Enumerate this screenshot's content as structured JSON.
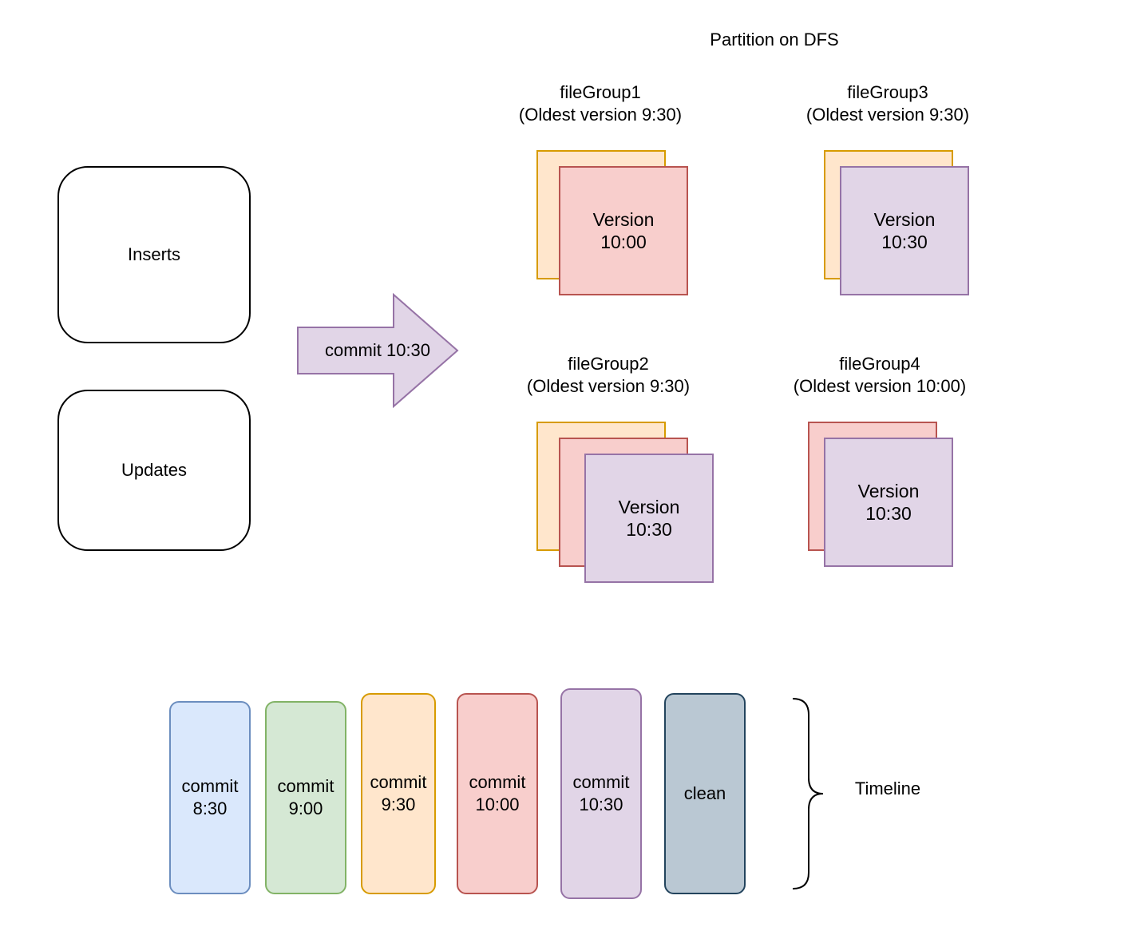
{
  "partition_title": "Partition on DFS",
  "sources": {
    "inserts": "Inserts",
    "updates": "Updates"
  },
  "commit_arrow": {
    "label": "commit 10:30"
  },
  "file_groups": [
    {
      "name": "fileGroup1",
      "oldest": "(Oldest version 9:30)",
      "version_label": "Version",
      "version_time": "10:00"
    },
    {
      "name": "fileGroup3",
      "oldest": "(Oldest version 9:30)",
      "version_label": "Version",
      "version_time": "10:30"
    },
    {
      "name": "fileGroup2",
      "oldest": "(Oldest version 9:30)",
      "version_label": "Version",
      "version_time": "10:30"
    },
    {
      "name": "fileGroup4",
      "oldest": "(Oldest version 10:00)",
      "version_label": "Version",
      "version_time": "10:30"
    }
  ],
  "timeline": {
    "label": "Timeline",
    "items": [
      {
        "line1": "commit",
        "line2": "8:30",
        "fill": "#dae8fc",
        "stroke": "#6c8ebf"
      },
      {
        "line1": "commit",
        "line2": "9:00",
        "fill": "#d5e8d4",
        "stroke": "#82b366"
      },
      {
        "line1": "commit",
        "line2": "9:30",
        "fill": "#ffe6cc",
        "stroke": "#d79b00"
      },
      {
        "line1": "commit",
        "line2": "10:00",
        "fill": "#f8cecc",
        "stroke": "#b85450"
      },
      {
        "line1": "commit",
        "line2": "10:30",
        "fill": "#e1d5e7",
        "stroke": "#9673a6"
      },
      {
        "line1": "clean",
        "line2": "",
        "fill": "#bac8d3",
        "stroke": "#23445d"
      }
    ]
  },
  "colors": {
    "orange_fill": "#ffe6cc",
    "orange_stroke": "#d79b00",
    "red_fill": "#f8cecc",
    "red_stroke": "#b85450",
    "purple_fill": "#e1d5e7",
    "purple_stroke": "#9673a6"
  }
}
